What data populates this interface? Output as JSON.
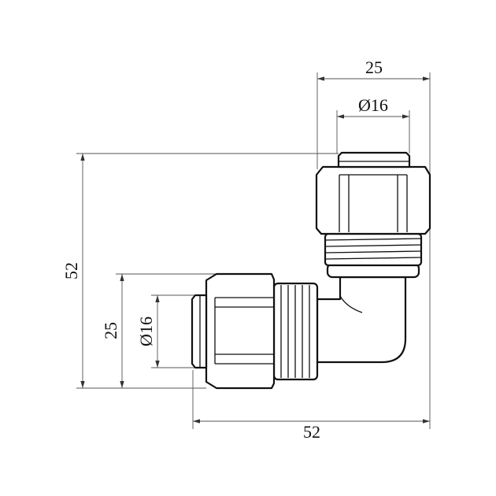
{
  "drawing": {
    "title": "Elbow compression fitting 90°",
    "dimensions": {
      "top_width": "25",
      "top_diameter": "Ø16",
      "left_height": "52",
      "left_nut": "25",
      "left_diameter": "Ø16",
      "bottom_width": "52"
    }
  }
}
